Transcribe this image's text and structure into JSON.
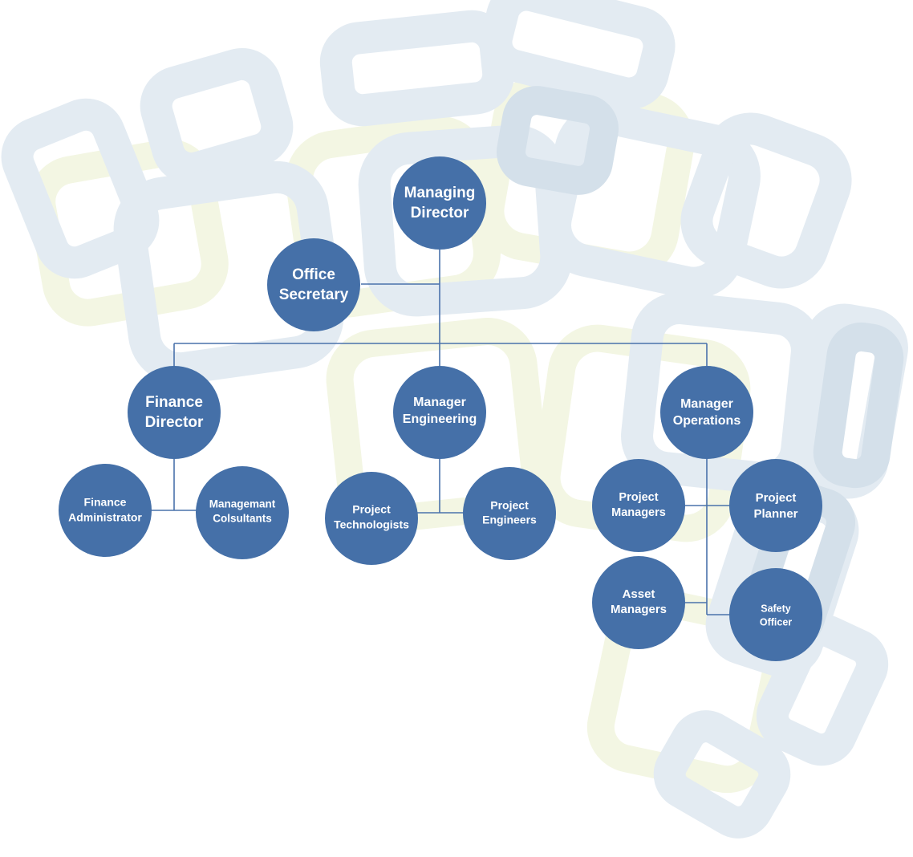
{
  "colors": {
    "node_fill": "#4570a8",
    "node_text": "#ffffff",
    "connector": "#4a72ab",
    "globe_blue": "#dde7ef",
    "globe_yellow": "#f4f7e6"
  },
  "nodes": {
    "managing_director": [
      "Managing",
      "Director"
    ],
    "office_secretary": [
      "Office",
      "Secretary"
    ],
    "finance_director": [
      "Finance",
      "Director"
    ],
    "manager_engineering": [
      "Manager",
      "Engineering"
    ],
    "manager_operations": [
      "Manager",
      "Operations"
    ],
    "finance_administrator": [
      "Finance",
      "Administrator"
    ],
    "managemant_colsultants": [
      "Managemant",
      "Colsultants"
    ],
    "project_technologists": [
      "Project",
      "Technologists"
    ],
    "project_engineers": [
      "Project",
      "Engineers"
    ],
    "project_managers": [
      "Project",
      "Managers"
    ],
    "project_planner": [
      "Project",
      "Planner"
    ],
    "asset_managers": [
      "Asset",
      "Managers"
    ],
    "safety_officer": [
      "Safety",
      "Officer"
    ]
  }
}
